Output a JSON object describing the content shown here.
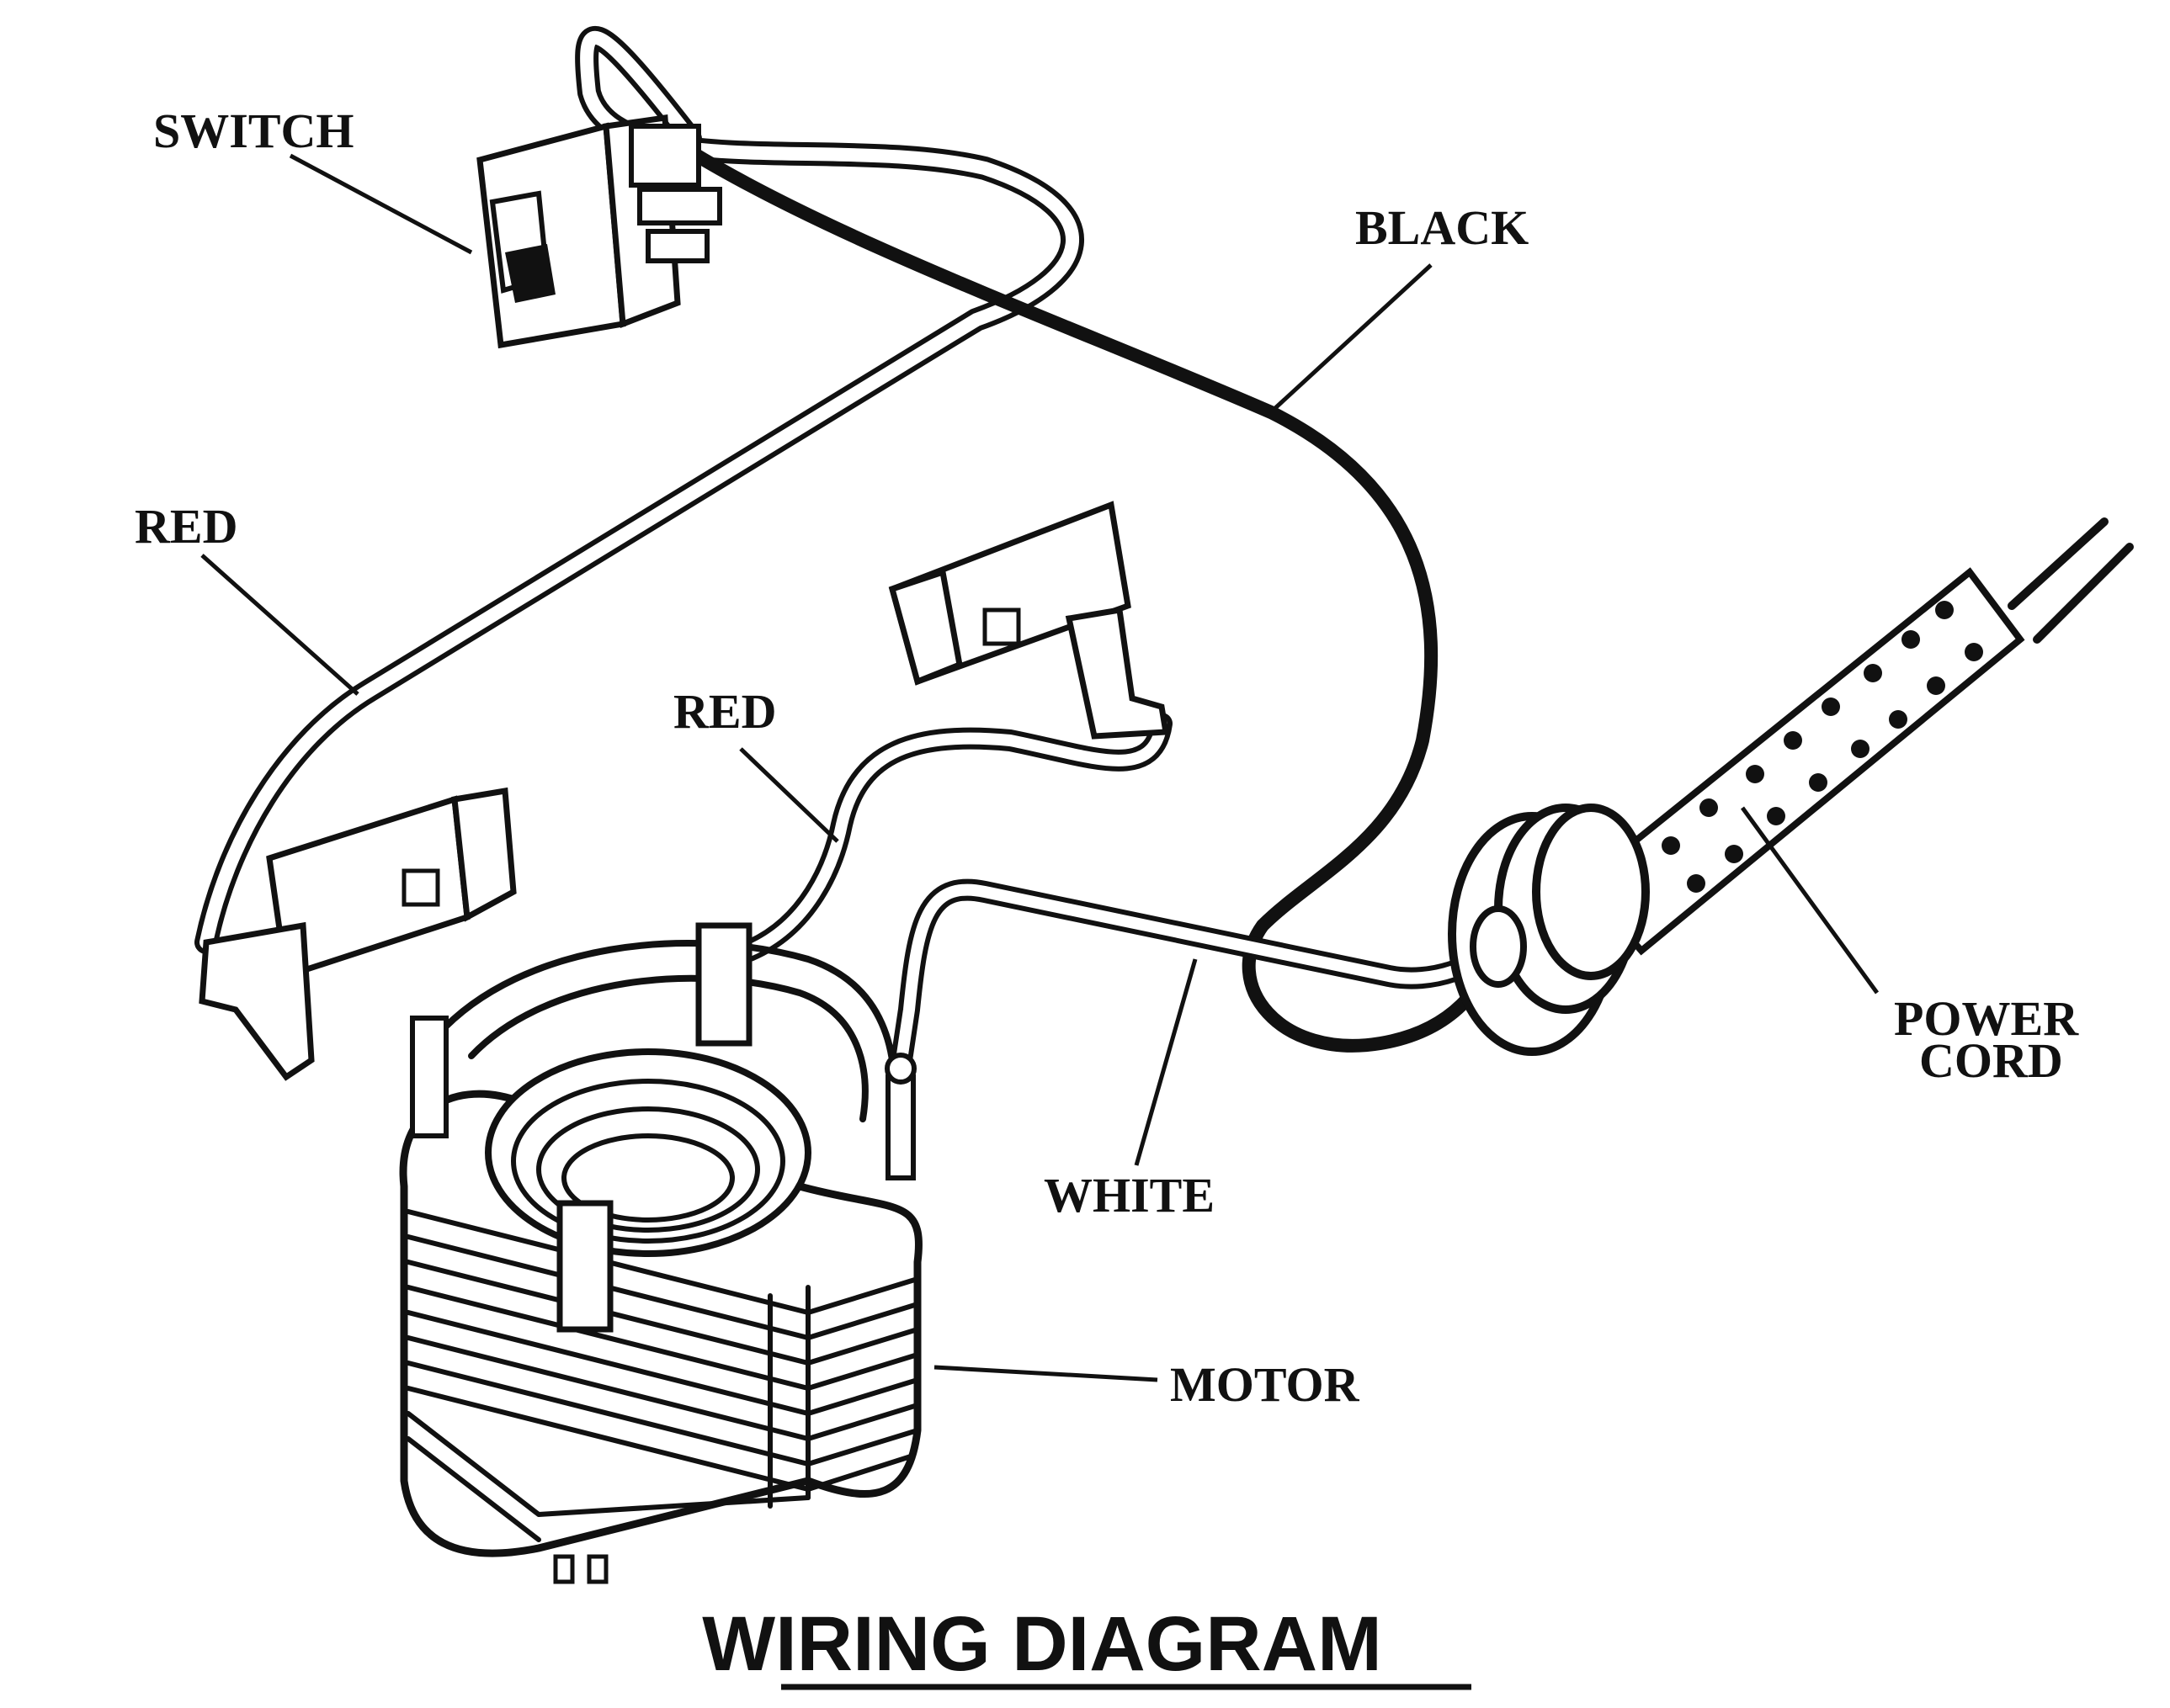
{
  "diagram": {
    "title": "WIRING DIAGRAM",
    "labels": {
      "switch": "SWITCH",
      "black": "BLACK",
      "red_left": "RED",
      "red_center": "RED",
      "power_cord_line1": "POWER",
      "power_cord_line2": "CORD",
      "white": "WHITE",
      "motor": "MOTOR"
    }
  }
}
